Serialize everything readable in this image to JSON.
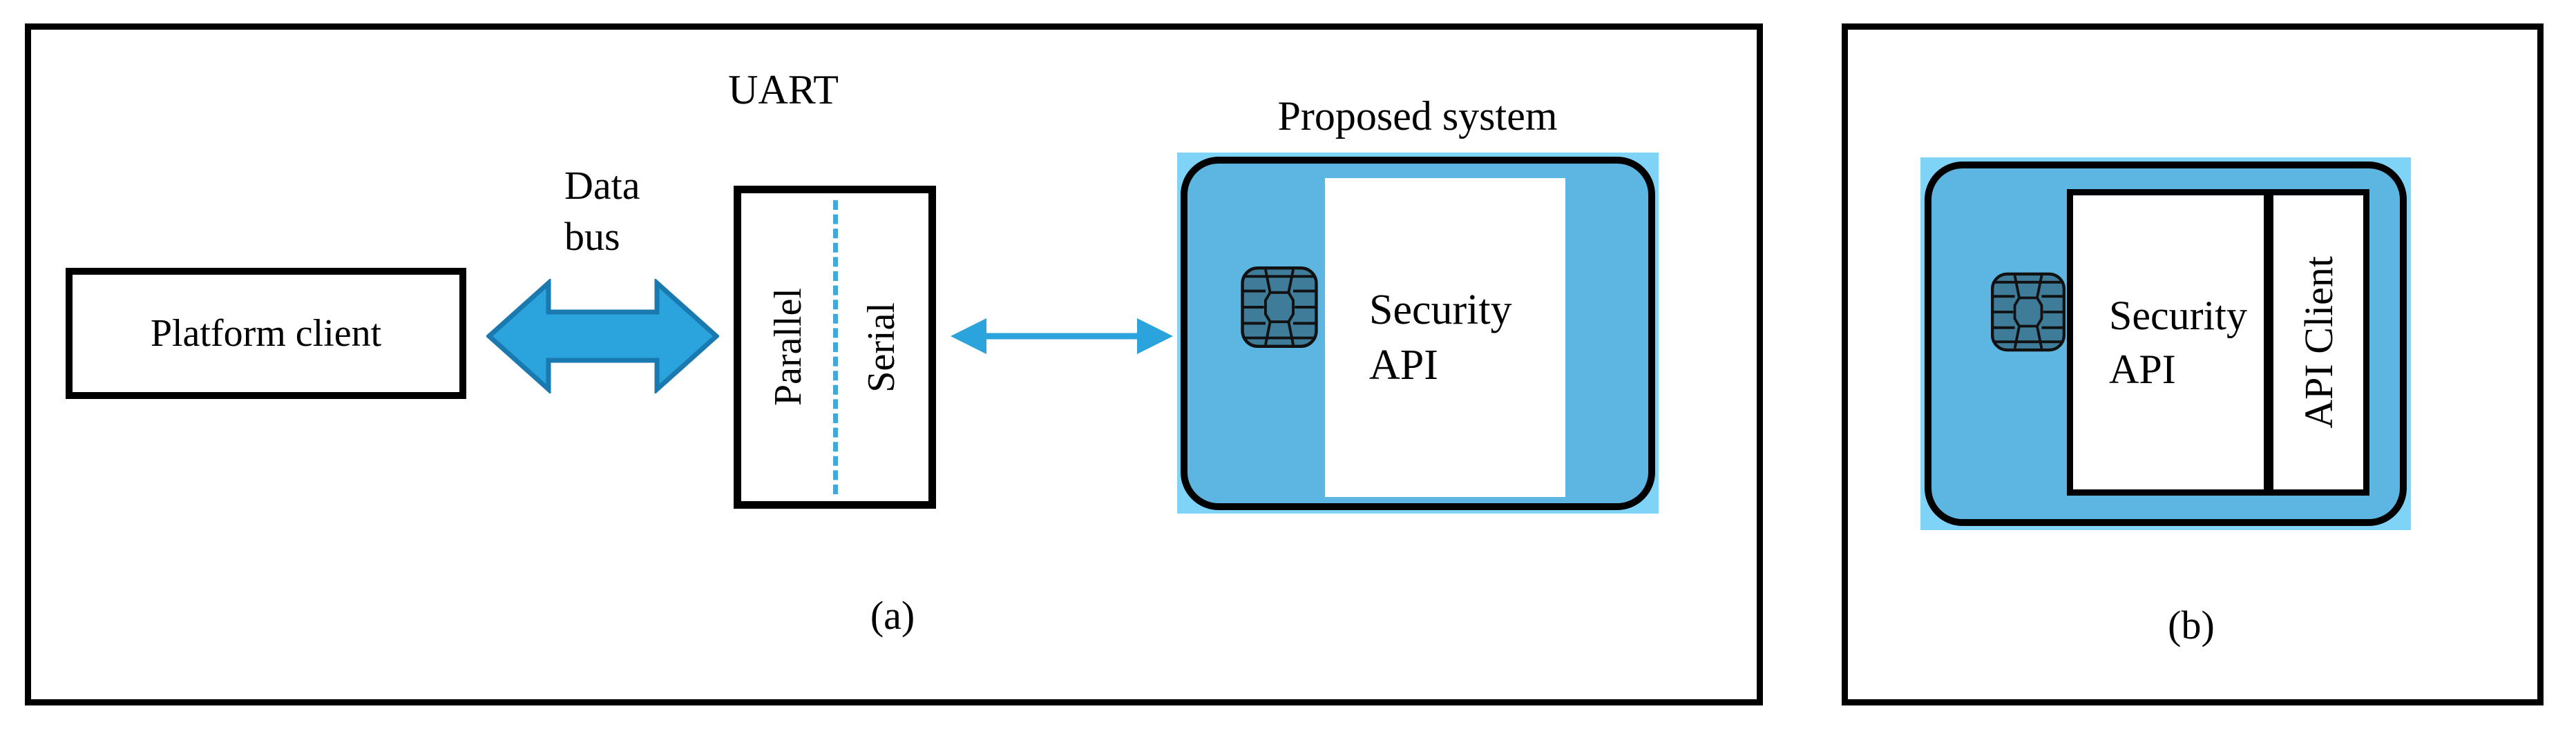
{
  "figure": {
    "panel_a": {
      "caption": "(a)",
      "uart": {
        "title": "UART",
        "left_label": "Parallel",
        "right_label": "Serial"
      },
      "data_bus": {
        "lines": [
          "Data",
          "bus"
        ]
      },
      "platform_client": {
        "label": "Platform client"
      },
      "proposed_system": {
        "title": "Proposed system",
        "card_lines": [
          "Security",
          "API"
        ]
      }
    },
    "panel_b": {
      "caption": "(b)",
      "card_lines": [
        "Security",
        "API"
      ],
      "api_client_label": "API Client"
    },
    "icons": {
      "chip": "smartcard-chip-icon",
      "data_bus_arrow": "double-headed-arrow-icon",
      "serial_link_arrow": "thin-double-arrow-icon"
    },
    "colors": {
      "card_fill": "#5CB6E1",
      "card_halo": "#7ED3F6",
      "arrow_fill": "#2BA3DC",
      "arrow_stroke": "#1A7AB0",
      "chip_fill": "#3E7C99",
      "dash_blue": "#3FA9DC",
      "outline": "#000000",
      "background": "#FFFFFF"
    }
  }
}
